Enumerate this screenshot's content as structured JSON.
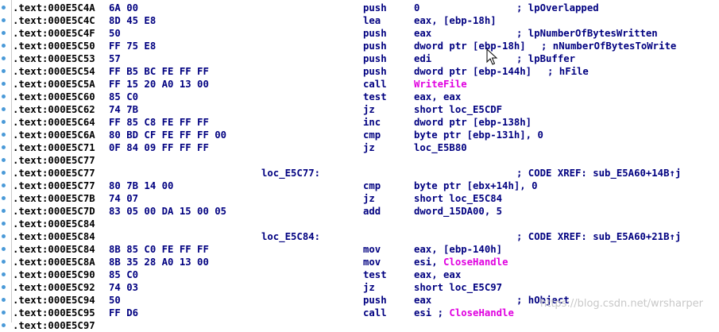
{
  "listing": [
    {
      "addr": ".text:000E5C4A",
      "bytes": "6A 00",
      "label": "",
      "mnemonic": "push",
      "operand": "0",
      "comment": "; lpOverlapped"
    },
    {
      "addr": ".text:000E5C4C",
      "bytes": "8D 45 E8",
      "label": "",
      "mnemonic": "lea",
      "operand": "eax, [ebp-18h]",
      "comment": ""
    },
    {
      "addr": ".text:000E5C4F",
      "bytes": "50",
      "label": "",
      "mnemonic": "push",
      "operand": "eax",
      "comment": "; lpNumberOfBytesWritten"
    },
    {
      "addr": ".text:000E5C50",
      "bytes": "FF 75 E8",
      "label": "",
      "mnemonic": "push",
      "operand": "dword ptr [ebp-18h]",
      "comment": "; nNumberOfBytesToWrite"
    },
    {
      "addr": ".text:000E5C53",
      "bytes": "57",
      "label": "",
      "mnemonic": "push",
      "operand": "edi",
      "comment": "; lpBuffer"
    },
    {
      "addr": ".text:000E5C54",
      "bytes": "FF B5 BC FE FF FF",
      "label": "",
      "mnemonic": "push",
      "operand": "dword ptr [ebp-144h]",
      "comment": "; hFile"
    },
    {
      "addr": ".text:000E5C5A",
      "bytes": "FF 15 20 A0 13 00",
      "label": "",
      "mnemonic": "call",
      "operand": "WriteFile",
      "operand_is_func": true,
      "comment": ""
    },
    {
      "addr": ".text:000E5C60",
      "bytes": "85 C0",
      "label": "",
      "mnemonic": "test",
      "operand": "eax, eax",
      "comment": ""
    },
    {
      "addr": ".text:000E5C62",
      "bytes": "74 7B",
      "label": "",
      "mnemonic": "jz",
      "operand": "short loc_E5CDF",
      "comment": ""
    },
    {
      "addr": ".text:000E5C64",
      "bytes": "FF 85 C8 FE FF FF",
      "label": "",
      "mnemonic": "inc",
      "operand": "dword ptr [ebp-138h]",
      "comment": ""
    },
    {
      "addr": ".text:000E5C6A",
      "bytes": "80 BD CF FE FF FF 00",
      "label": "",
      "mnemonic": "cmp",
      "operand": "byte ptr [ebp-131h], 0",
      "comment": ""
    },
    {
      "addr": ".text:000E5C71",
      "bytes": "0F 84 09 FF FF FF",
      "label": "",
      "mnemonic": "jz",
      "operand": "loc_E5B80",
      "comment": ""
    },
    {
      "addr": ".text:000E5C77",
      "bytes": "",
      "label": "",
      "mnemonic": "",
      "operand": "",
      "comment": ""
    },
    {
      "addr": ".text:000E5C77",
      "bytes": "",
      "label": "loc_E5C77:",
      "mnemonic": "",
      "operand": "",
      "comment": "; CODE XREF: sub_E5A60+14B↑j"
    },
    {
      "addr": ".text:000E5C77",
      "bytes": "80 7B 14 00",
      "label": "",
      "mnemonic": "cmp",
      "operand": "byte ptr [ebx+14h], 0",
      "comment": ""
    },
    {
      "addr": ".text:000E5C7B",
      "bytes": "74 07",
      "label": "",
      "mnemonic": "jz",
      "operand": "short loc_E5C84",
      "comment": ""
    },
    {
      "addr": ".text:000E5C7D",
      "bytes": "83 05 00 DA 15 00 05",
      "label": "",
      "mnemonic": "add",
      "operand": "dword_15DA00, 5",
      "comment": ""
    },
    {
      "addr": ".text:000E5C84",
      "bytes": "",
      "label": "",
      "mnemonic": "",
      "operand": "",
      "comment": ""
    },
    {
      "addr": ".text:000E5C84",
      "bytes": "",
      "label": "loc_E5C84:",
      "mnemonic": "",
      "operand": "",
      "comment": "; CODE XREF: sub_E5A60+21B↑j"
    },
    {
      "addr": ".text:000E5C84",
      "bytes": "8B 85 C0 FE FF FF",
      "label": "",
      "mnemonic": "mov",
      "operand": "eax, [ebp-140h]",
      "comment": ""
    },
    {
      "addr": ".text:000E5C8A",
      "bytes": "8B 35 28 A0 13 00",
      "label": "",
      "mnemonic": "mov",
      "operand": "esi, ",
      "operand_func": "CloseHandle",
      "comment": ""
    },
    {
      "addr": ".text:000E5C90",
      "bytes": "85 C0",
      "label": "",
      "mnemonic": "test",
      "operand": "eax, eax",
      "comment": ""
    },
    {
      "addr": ".text:000E5C92",
      "bytes": "74 03",
      "label": "",
      "mnemonic": "jz",
      "operand": "short loc_E5C97",
      "comment": ""
    },
    {
      "addr": ".text:000E5C94",
      "bytes": "50",
      "label": "",
      "mnemonic": "push",
      "operand": "eax",
      "comment": "; hObject"
    },
    {
      "addr": ".text:000E5C95",
      "bytes": "FF D6",
      "label": "",
      "mnemonic": "call",
      "operand": "esi ; ",
      "operand_func": "CloseHandle",
      "comment": ""
    },
    {
      "addr": ".text:000E5C97",
      "bytes": "",
      "label": "",
      "mnemonic": "",
      "operand": "",
      "comment": ""
    }
  ],
  "watermark": "https://blog.csdn.net/wrsharper",
  "colors": {
    "code": "#000080",
    "function": "#e000e0",
    "address": "#000000",
    "gutter_dot": "#4a9ad8"
  }
}
